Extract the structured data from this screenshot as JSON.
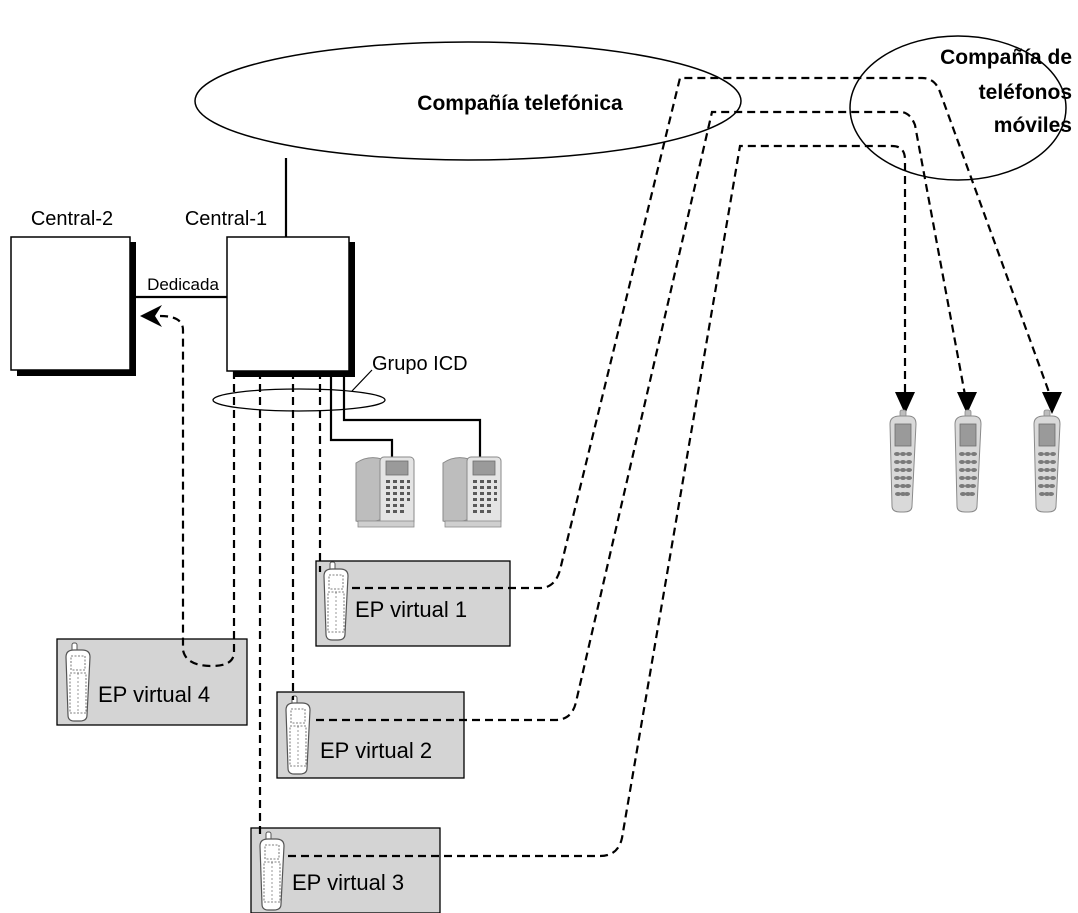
{
  "labels": {
    "phone_company": "Compañía telefónica",
    "mobile_company_line1": "Compañía de",
    "mobile_company_line2": "teléfonos",
    "mobile_company_line3": "móviles",
    "pbx2": "Central-2",
    "pbx1": "Central-1",
    "dedicated": "Dedicada",
    "icd_group": "Grupo ICD",
    "ep1": "EP virtual 1",
    "ep2": "EP virtual 2",
    "ep3": "EP virtual 3",
    "ep4": "EP virtual 4"
  },
  "colors": {
    "line": "#000000",
    "ep_box_fill": "#d4d4d4",
    "phone_body": "#d9d9d9"
  },
  "icons": {
    "desk_phone": "desk-phone-icon",
    "cell_phone": "mobile-phone-icon",
    "virtual_handset": "portable-station-icon"
  }
}
